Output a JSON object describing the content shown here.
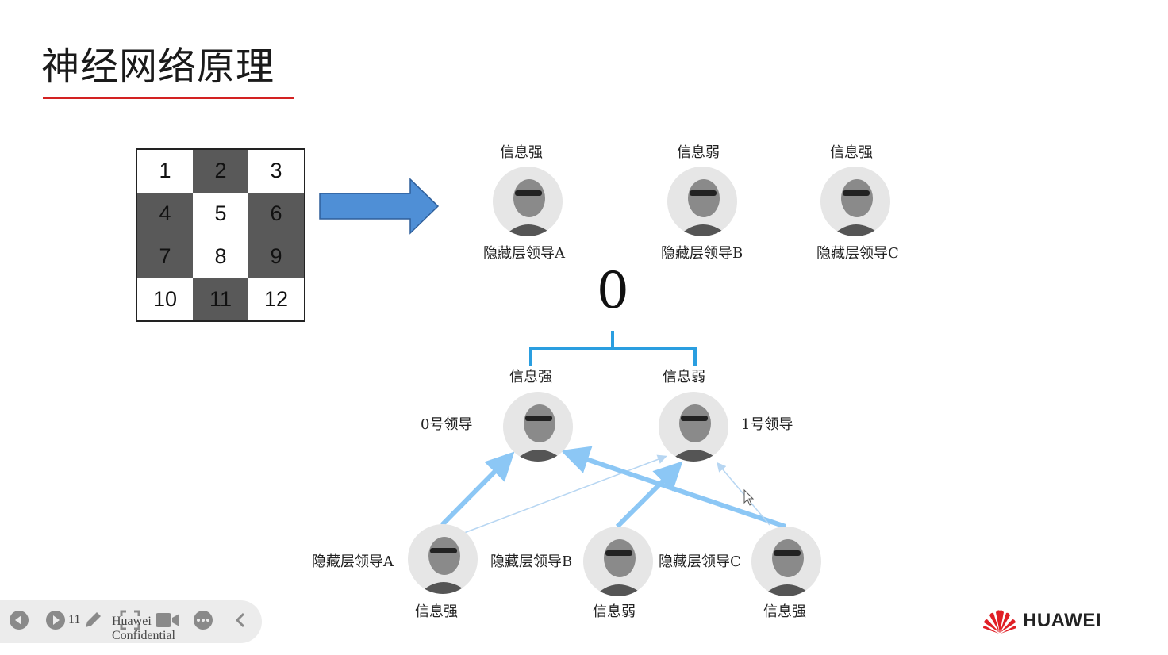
{
  "slide": {
    "title": "神经网络原理",
    "accent_color": "#d32222"
  },
  "grid": {
    "cells": [
      {
        "label": "1",
        "shade": "light"
      },
      {
        "label": "2",
        "shade": "dark"
      },
      {
        "label": "3",
        "shade": "light"
      },
      {
        "label": "4",
        "shade": "dark"
      },
      {
        "label": "5",
        "shade": "light"
      },
      {
        "label": "6",
        "shade": "dark"
      },
      {
        "label": "7",
        "shade": "dark"
      },
      {
        "label": "8",
        "shade": "light"
      },
      {
        "label": "9",
        "shade": "dark"
      },
      {
        "label": "10",
        "shade": "light"
      },
      {
        "label": "11",
        "shade": "dark"
      },
      {
        "label": "12",
        "shade": "light"
      }
    ]
  },
  "top_row": [
    {
      "signal": "信息强",
      "name": "隐藏层领导A"
    },
    {
      "signal": "信息弱",
      "name": "隐藏层领导B"
    },
    {
      "signal": "信息强",
      "name": "隐藏层领导C"
    }
  ],
  "output_value": "0",
  "output_row": [
    {
      "signal": "信息强",
      "name": "0号领导"
    },
    {
      "signal": "信息弱",
      "name": "1号领导"
    }
  ],
  "bottom_row": [
    {
      "name": "隐藏层领导A",
      "signal": "信息强"
    },
    {
      "name": "隐藏层领导B",
      "signal": "信息弱"
    },
    {
      "name": "隐藏层领导C",
      "signal": "信息强"
    }
  ],
  "colors": {
    "arrow_fill": "#4f8fd6",
    "bracket": "#2a9ee0",
    "strong_link": "#8cc7f5",
    "weak_link": "#b7d6f2"
  },
  "toolbar": {
    "page_number": "11",
    "icons": [
      "prev-icon",
      "next-icon",
      "pen-icon",
      "screenshot-icon",
      "camera-icon",
      "more-icon",
      "collapse-icon"
    ]
  },
  "footer": {
    "confidential_line1": "Huawei",
    "confidential_line2": "Confidential",
    "brand": "HUAWEI"
  }
}
